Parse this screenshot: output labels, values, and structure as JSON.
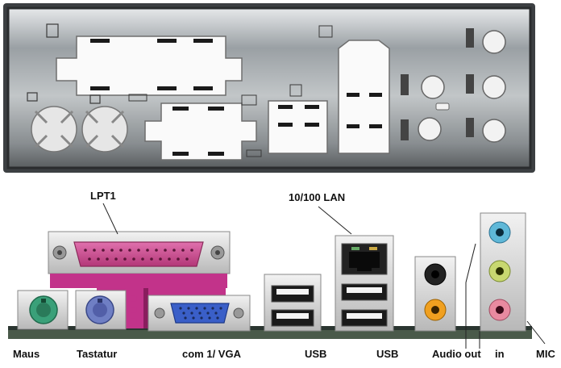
{
  "labels": {
    "lpt1": "LPT1",
    "lan": "10/100 LAN",
    "maus": "Maus",
    "tastatur": "Tastatur",
    "com_vga": "com 1/ VGA",
    "usb_left": "USB",
    "usb_right": "USB",
    "audio_out": "Audio out",
    "audio_in": "in",
    "mic": "MIC"
  },
  "colors": {
    "io_shield": "#a8acb0",
    "mouse_port": "#3aa079",
    "keyboard_port": "#6f7fc4",
    "parallel_port": "#d64e97",
    "vga_port": "#3a5fc8",
    "audio_line_in": "#5fb8d8",
    "audio_line_out": "#c8d870",
    "audio_mic": "#e88aa0",
    "audio_orange": "#f0a020",
    "pcb": "#4a5a4a"
  }
}
